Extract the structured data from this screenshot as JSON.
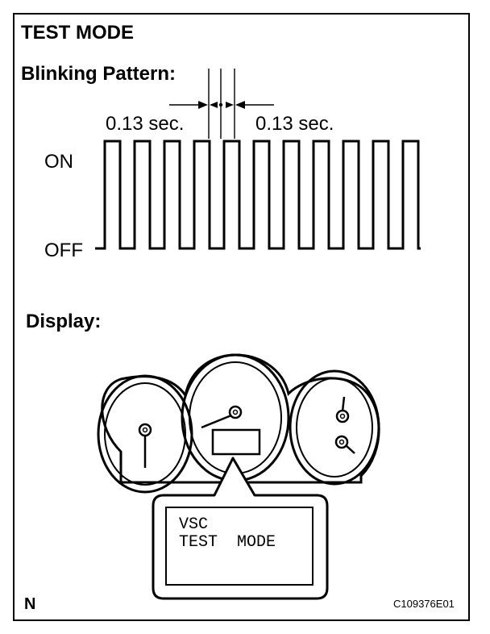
{
  "header": {
    "title": "TEST MODE"
  },
  "blinking": {
    "title": "Blinking Pattern:",
    "period_left": "0.13 sec.",
    "period_right": "0.13 sec.",
    "on_label": "ON",
    "off_label": "OFF"
  },
  "display": {
    "title": "Display:",
    "lcd_line1": "VSC",
    "lcd_line2": "TEST  MODE"
  },
  "footer": {
    "view_letter": "N",
    "figure_code": "C109376E01"
  }
}
